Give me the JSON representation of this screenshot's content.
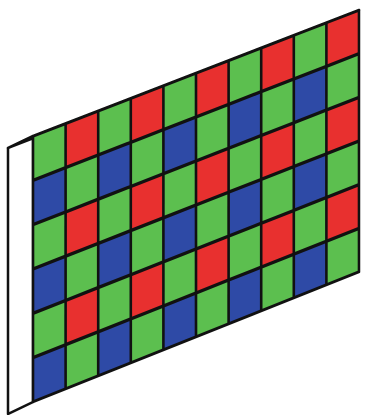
{
  "diagram": {
    "colors": {
      "R": "#e8302f",
      "G": "#5cbf4f",
      "B": "#2e4aa6",
      "outline": "#111111",
      "board_front": "#ffffff",
      "board_top": "#f2f2f2"
    },
    "grid": [
      [
        "G",
        "R",
        "G",
        "R",
        "G",
        "R",
        "G",
        "R",
        "G",
        "R"
      ],
      [
        "B",
        "G",
        "B",
        "G",
        "B",
        "G",
        "B",
        "G",
        "B",
        "G"
      ],
      [
        "G",
        "R",
        "G",
        "R",
        "G",
        "R",
        "G",
        "R",
        "G",
        "R"
      ],
      [
        "B",
        "G",
        "B",
        "G",
        "B",
        "G",
        "B",
        "G",
        "B",
        "G"
      ],
      [
        "G",
        "R",
        "G",
        "R",
        "G",
        "R",
        "G",
        "R",
        "G",
        "R"
      ],
      [
        "B",
        "G",
        "B",
        "G",
        "B",
        "G",
        "B",
        "G",
        "B",
        "G"
      ]
    ]
  }
}
